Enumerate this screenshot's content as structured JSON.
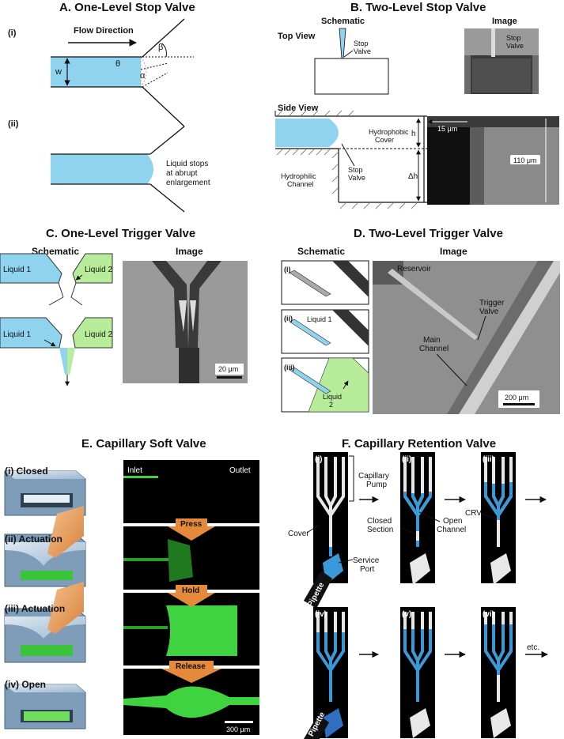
{
  "titles": {
    "a": "A. One-Level Stop Valve",
    "b": "B. Two-Level Stop Valve",
    "c": "C. One-Level Trigger Valve",
    "d": "D. Two-Level Trigger Valve",
    "e": "E. Capillary Soft Valve",
    "f": "F. Capillary Retention Valve"
  },
  "panel_a": {
    "sub_i": "(i)",
    "sub_ii": "(ii)",
    "flow": "Flow Direction",
    "beta": "β",
    "theta": "θ",
    "alpha": "α",
    "w": "w",
    "stop_line1": "Liquid stops",
    "stop_line2": "at abrupt",
    "stop_line3": "enlargement"
  },
  "panel_b": {
    "schematic": "Schematic",
    "image": "Image",
    "top_view": "Top View",
    "side_view": "Side View",
    "stop": "Stop",
    "valve": "Valve",
    "stop2": "Stop",
    "valve2": "Valve",
    "hydrophobic": "Hydrophobic",
    "cover": "Cover",
    "hydrophilic": "Hydrophilic",
    "channel": "Channel",
    "stop3": "Stop",
    "valve3": "Valve",
    "h": "h",
    "dh": "Δh",
    "um15": "15 μm",
    "um110": "110 μm"
  },
  "panel_c": {
    "schematic": "Schematic",
    "image": "Image",
    "liquid1": "Liquid 1",
    "liquid2": "Liquid 2",
    "liquid1b": "Liquid 1",
    "liquid2b": "Liquid 2",
    "scale": "20 μm"
  },
  "panel_d": {
    "schematic": "Schematic",
    "image": "Image",
    "i": "(i)",
    "ii": "(ii)",
    "iii": "(iii)",
    "liquid1": "Liquid 1",
    "liquid": "Liquid",
    "two": "2",
    "reservoir": "Reservoir",
    "trigger": "Trigger",
    "valve": "Valve",
    "main": "Main",
    "channel": "Channel",
    "scale": "200 μm"
  },
  "panel_e": {
    "closed": "(i) Closed",
    "actuation1": "(ii) Actuation",
    "actuation2": "(iii) Actuation",
    "open": "(iv) Open",
    "inlet": "Inlet",
    "outlet": "Outlet",
    "press": "Press",
    "hold": "Hold",
    "release": "Release",
    "scale": "300 μm"
  },
  "panel_f": {
    "i": "(i)",
    "ii": "(ii)",
    "iii": "(iii)",
    "iv": "(iv)",
    "v": "(v)",
    "vi": "(vi)",
    "capillary": "Capillary",
    "pump": "Pump",
    "cover": "Cover",
    "closed": "Closed",
    "section": "Section",
    "open": "Open",
    "channel": "Channel",
    "service": "Service",
    "port": "Port",
    "crv": "CRV",
    "pipette": "Pipette",
    "pipette2": "Pipette",
    "etc": "etc."
  },
  "colors": {
    "liquid_blue": "#8fd3ee",
    "liquid_green": "#b7ec9a",
    "fluor_green": "#3fd43f",
    "arrow_orange": "#e58a3a"
  }
}
